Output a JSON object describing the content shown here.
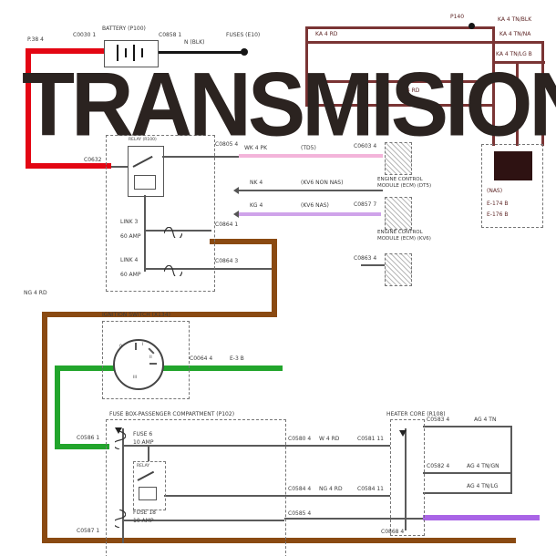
{
  "palette": {
    "red": "#e30613",
    "brown": "#8a4a12",
    "green": "#22a52c",
    "purple": "#a964e6",
    "maroon": "#7a3434",
    "pink": "#f3b4da",
    "violet": "#cfa3ea",
    "black": "#141414"
  },
  "title": "TRANSMISION",
  "battery": {
    "feed": "P.38 4",
    "conn_left": "C0030 1",
    "name": "BATTERY (P100)",
    "conn_right": "C0858 1",
    "wire": "N (BLK)",
    "dest": "FUSES (E10)"
  },
  "top_right": {
    "junction": "P140",
    "bus_label": "KA 4 RD",
    "bus_label_mid": "KA 4 RD",
    "edge_labels": [
      "KA 4 TN/BLK",
      "KA 4 TN/NA",
      "KA 4 TN/LG B"
    ],
    "nas": "(NAS)",
    "refs": [
      "E-174 B",
      "E-176 B"
    ]
  },
  "relay": {
    "name": "RELAY (R100)",
    "conn_in": "C0632",
    "conn_out_top": "C0805 4",
    "conn_out_mid": "C0864 1",
    "conn_out_bot": "C0864 3",
    "link3": {
      "name": "LINK 3",
      "rating": "60 AMP"
    },
    "link4": {
      "name": "LINK 4",
      "rating": "60 AMP"
    }
  },
  "ecm": {
    "wire_pink": "WK 4 PK",
    "note_pink": "(TD5)",
    "wire_nk": "NK 4",
    "note_nk": "(KV6 NON NAS)",
    "wire_kg": "KG 4",
    "note_kg": "(KV6 NAS)",
    "conn1": "C0603 4",
    "conn2": "C0857 7",
    "conn3": "C0863 4",
    "module1": "ENGINE CONTROL MODULE (ECM) (DT5)",
    "module2": "ENGINE CONTROL MODULE (ECM) (KV6)"
  },
  "wire_labels": {
    "brown": "NG 4 RD"
  },
  "ignition": {
    "name": "IGNITION SWITCH (X134)",
    "conn": "C0064 4",
    "ref": "E-3 B",
    "positions": [
      "0",
      "I",
      "II",
      "III"
    ]
  },
  "fuse_box": {
    "name": "FUSE BOX-PASSENGER COMPARTMENT (P102)",
    "conn_in": "C0586 1",
    "fuse6": {
      "name": "FUSE 6",
      "rating": "10 AMP"
    },
    "relay": "RELAY",
    "fuse18": {
      "name": "FUSE 18",
      "rating": "10 AMP"
    },
    "conn_out1": "C0580 4",
    "out1": "W 4 RD",
    "conn_h1": "C0581 11",
    "conn_out2": "C0584 4",
    "out2": "NG 4 RD",
    "conn_h2": "C0584 11",
    "conn_out3": "C0585 4",
    "conn_bottom": "C0587 1"
  },
  "heater": {
    "name": "HEATER CORE (R108)",
    "conn_r1": "C0583 4",
    "conn_r2": "C0582 4",
    "out1": "AG 4 TN",
    "out2": "AG 4 TN/GN",
    "out3": "AG 4 TN/LG"
  },
  "bottom": {
    "conn": "C0868 4"
  }
}
